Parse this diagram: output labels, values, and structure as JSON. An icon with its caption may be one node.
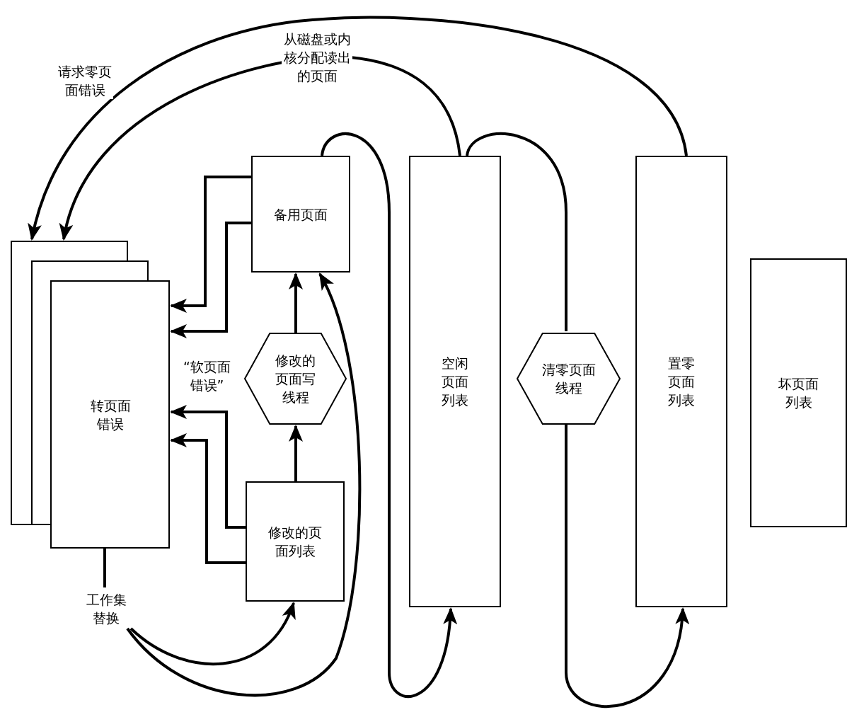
{
  "diagram": {
    "nodes": [
      {
        "text": [
          "转页面错误"
        ]
      },
      {
        "text": [
          "备用页面"
        ]
      },
      {
        "text": [
          "修改的页面写线程"
        ]
      },
      {
        "text": [
          "修改的页面列表"
        ]
      },
      {
        "text": [
          "空闲页面列表"
        ]
      },
      {
        "text": [
          "清零页面线程"
        ]
      },
      {
        "text": [
          "置零页面列表"
        ]
      },
      {
        "text": [
          "坏页面列表"
        ]
      },
      {
        "text": [
          "工作集替换"
        ]
      }
    ],
    "edges": [
      {
        "from": 6,
        "to": 0,
        "arrow": "to"
      },
      {
        "from": 4,
        "to": 0,
        "arrow": "to",
        "label": "从磁盘或内核分配读出的页面"
      },
      {
        "from": 1,
        "to": 0,
        "arrow": "to"
      },
      {
        "from": 1,
        "to": 0,
        "arrow": "to"
      },
      {
        "from": 3,
        "to": 0,
        "arrow": "to"
      },
      {
        "from": 3,
        "to": 0,
        "arrow": "to"
      },
      {
        "from": 3,
        "to": 2,
        "arrow": "to"
      },
      {
        "from": 2,
        "to": 1,
        "arrow": "to"
      },
      {
        "from": 0,
        "to": 8,
        "arrow": "none"
      },
      {
        "from": 8,
        "to": 3,
        "arrow": "to"
      },
      {
        "from": 8,
        "to": 1,
        "arrow": "to"
      },
      {
        "from": 1,
        "to": 4,
        "arrow": "to"
      },
      {
        "from": 4,
        "to": 5,
        "arrow": "none"
      },
      {
        "from": 5,
        "to": 6,
        "arrow": "to"
      }
    ],
    "labels": [
      "请求零页面错误",
      "“软页面错误”"
    ]
  }
}
